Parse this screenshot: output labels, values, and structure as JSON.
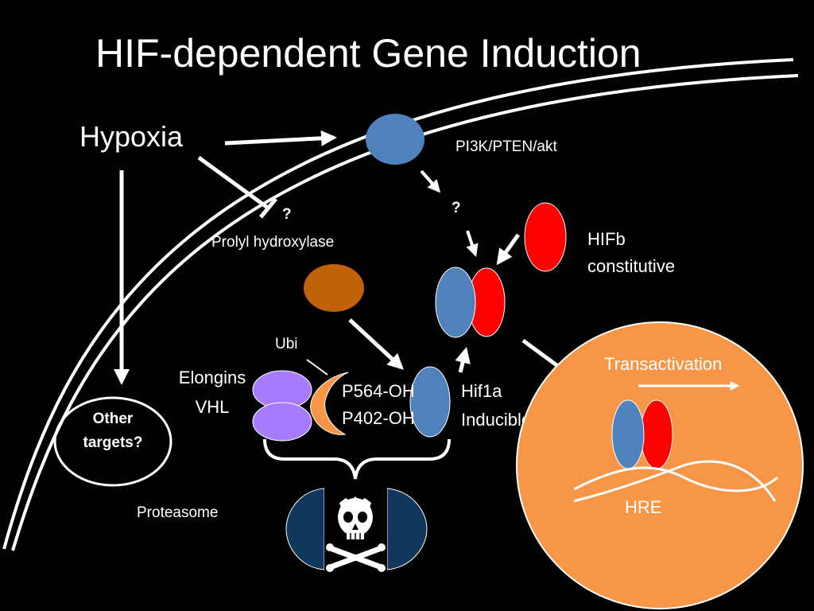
{
  "title": "HIF-dependent Gene Induction",
  "labels": {
    "hypoxia": "Hypoxia",
    "pi3k": "PI3K/PTEN/akt",
    "q_prolyl": "?",
    "q_pi3k": "?",
    "prolyl_hydroxylase": "Prolyl hydroxylase",
    "hifb_line1": "HIFb",
    "hifb_line2": "constitutive",
    "ubi": "Ubi",
    "elongins": "Elongins",
    "vhl": "VHL",
    "p564": "P564-OH",
    "p402": "P402-OH",
    "hif1a_line1": "Hif1a",
    "hif1a_line2": "Inducible",
    "other_line1": "Other",
    "other_line2": "targets?",
    "proteasome": "Proteasome",
    "transactivation": "Transactivation",
    "hre": "HRE"
  },
  "colors": {
    "background": "#000000",
    "hif1a_blue": "#4f81bd",
    "hifb_red": "#ff0000",
    "prolyl_orange": "#c0620a",
    "elongin_purple": "#a97bff",
    "vhl_orange": "#f79646",
    "nucleus_orange": "#f79646",
    "proteasome_navy": "#10375c"
  }
}
